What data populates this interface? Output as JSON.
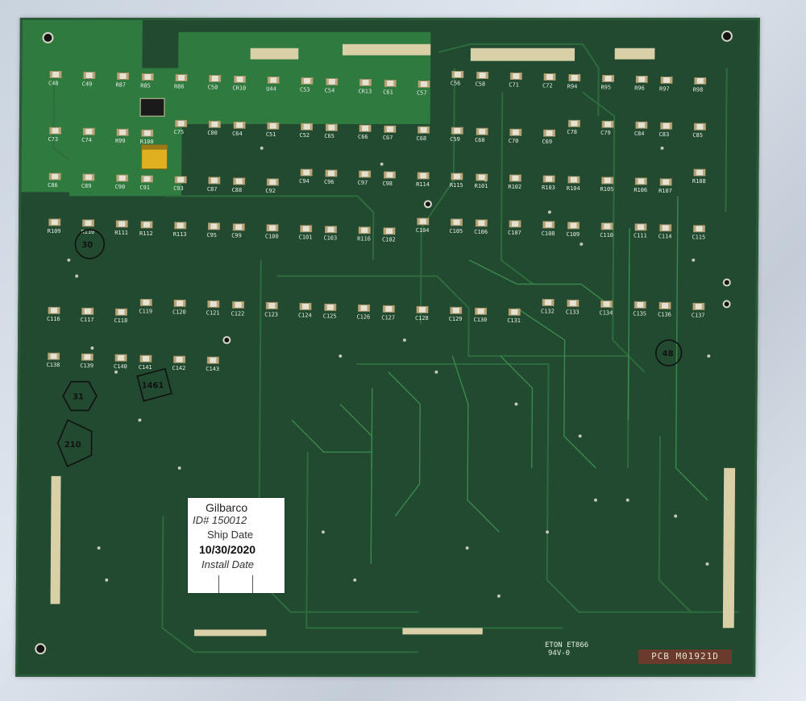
{
  "label": {
    "brand": "Gilbarco",
    "id_prefix": "ID#",
    "id_value": "150012",
    "ship_date_label": "Ship Date",
    "ship_date": "10/30/2020",
    "install_date_label": "Install Date"
  },
  "board_markings": {
    "pcb_id": "PCB M01921D",
    "maker_mark": "ETON ET866",
    "rating_mark": "94V-0",
    "stamps": [
      "30",
      "1461",
      "31",
      "210",
      "48"
    ]
  },
  "component_refs": [
    "C48",
    "C49",
    "R87",
    "R85",
    "R86",
    "C50",
    "CR10",
    "U44",
    "C53",
    "C54",
    "CR13",
    "C61",
    "C57",
    "C56",
    "C58",
    "C71",
    "C72",
    "R94",
    "R95",
    "R96",
    "R97",
    "R98",
    "C73",
    "C74",
    "R99",
    "R100",
    "C75",
    "C80",
    "C64",
    "C51",
    "C52",
    "C65",
    "C66",
    "C67",
    "C68",
    "C59",
    "C60",
    "C70",
    "C69",
    "C78",
    "C79",
    "C84",
    "C83",
    "C85",
    "C86",
    "C89",
    "C90",
    "C91",
    "C93",
    "C87",
    "C88",
    "C92",
    "C94",
    "C96",
    "C97",
    "C98",
    "R114",
    "R115",
    "R101",
    "R102",
    "R103",
    "R104",
    "R105",
    "R106",
    "R107",
    "R108",
    "R109",
    "R110",
    "R111",
    "R112",
    "R113",
    "C95",
    "C99",
    "C100",
    "C101",
    "C103",
    "R116",
    "C102",
    "C104",
    "C105",
    "C106",
    "C107",
    "C108",
    "C109",
    "C110",
    "C111",
    "C114",
    "C115",
    "C116",
    "C117",
    "C118",
    "C119",
    "C120",
    "C121",
    "C122",
    "C123",
    "C124",
    "C125",
    "C126",
    "C127",
    "C128",
    "C129",
    "C130",
    "C131",
    "C132",
    "C133",
    "C134",
    "C135",
    "C136",
    "C137",
    "C138",
    "C139",
    "C140",
    "C141",
    "C142",
    "C143"
  ]
}
